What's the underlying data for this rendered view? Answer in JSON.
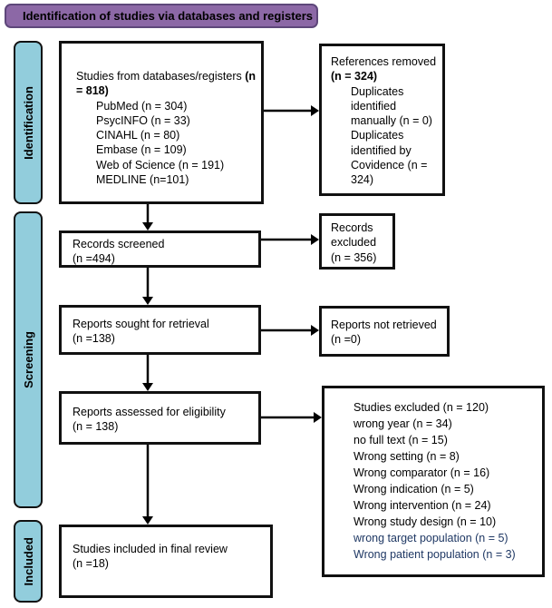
{
  "colors": {
    "header_fill": "#8c68a6",
    "header_border": "#5e477a",
    "stage_fill": "#92cddc",
    "box_border": "#000000",
    "navy_text": "#1f3864"
  },
  "header": {
    "title": "Identification of studies via databases and registers"
  },
  "stages": {
    "identification": "Identification",
    "screening": "Screening",
    "included": "Included"
  },
  "boxes": {
    "studies_from": {
      "title": "Studies from databases/registers ",
      "n": "(n = 818)",
      "items": [
        "PubMed (n = 304)",
        "PsycINFO (n = 33)",
        "CINAHL (n = 80)",
        "Embase (n = 109)",
        "Web of Science (n = 191)",
        "MEDLINE (n=101)"
      ]
    },
    "references_removed": {
      "title": "References removed ",
      "n": "(n = 324)",
      "items": [
        "Duplicates identified manually (n = 0)",
        "Duplicates identified by Covidence (n = 324)"
      ]
    },
    "records_screened": {
      "line1": "Records screened",
      "line2": "(n =494)"
    },
    "records_excluded": {
      "line1": "Records excluded",
      "line2": "(n = 356)"
    },
    "reports_sought": {
      "line1": "Reports sought for retrieval",
      "line2": "(n =138)"
    },
    "reports_not_retrieved": {
      "line1": "Reports not retrieved",
      "line2": "(n =0)"
    },
    "reports_assessed": {
      "line1": "Reports assessed for eligibility",
      "line2": "(n = 138)"
    },
    "studies_excluded": {
      "items": [
        "Studies excluded (n = 120)",
        "wrong year (n = 34)",
        "no full text (n = 15)",
        "Wrong setting (n = 8)",
        "Wrong comparator (n = 16)",
        "Wrong indication (n = 5)",
        "Wrong intervention (n = 24)",
        "Wrong study design (n = 10)",
        "wrong target population (n = 5)",
        "Wrong patient population (n = 3)"
      ]
    },
    "studies_included": {
      "line1": "Studies included in final review",
      "line2": "(n =18)"
    }
  }
}
